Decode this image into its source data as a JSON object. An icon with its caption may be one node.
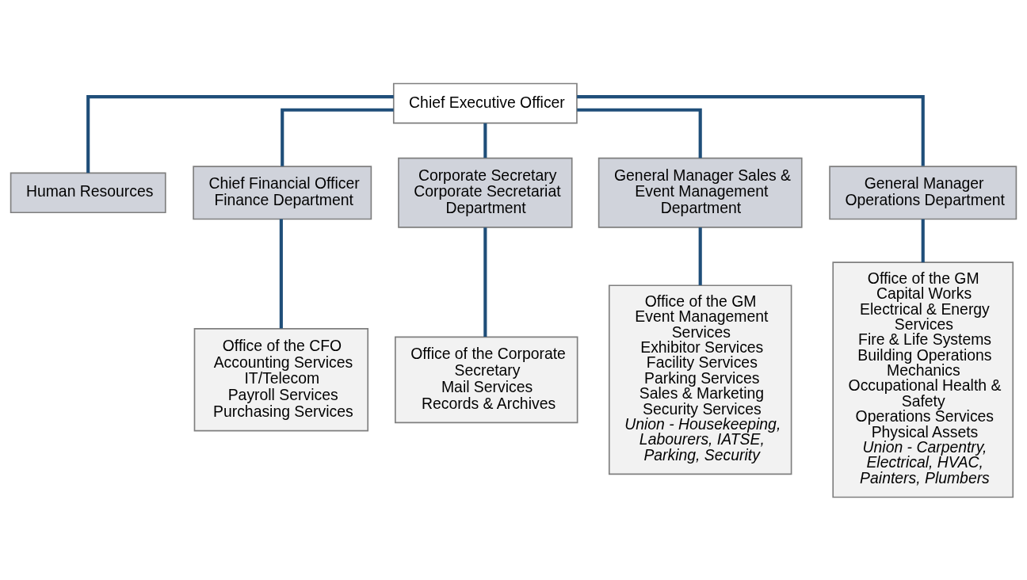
{
  "diagram": {
    "nodes": [
      {
        "text": [
          "Chief Executive Officer"
        ]
      },
      {
        "text": [
          "Human Resources"
        ]
      },
      {
        "text": [
          "Chief Financial Officer Finance Department"
        ]
      },
      {
        "text": [
          "Corporate Secretary Corporate Secretariat Department"
        ]
      },
      {
        "text": [
          "General Manager Sales & Event Management Department"
        ]
      },
      {
        "text": [
          "General Manager Operations Department"
        ]
      },
      {
        "text": [
          "Office of the CFO",
          "Accounting Services",
          "IT/Telecom",
          "Payroll Services",
          "Purchasing Services"
        ]
      },
      {
        "text": [
          "Office of the Corporate Secretary",
          "Mail Services",
          "Records & Archives"
        ]
      },
      {
        "text": [
          "Office of the GM",
          "Event Management Services",
          "Exhibitor Services",
          "Facility Services",
          "Parking Services",
          "Sales & Marketing",
          "Security Services",
          "*Union - Housekeeping, Labourers, IATSE, Parking, Security*"
        ]
      },
      {
        "text": [
          "Office of the GM",
          "Capital Works",
          "Electrical & Energy Services",
          "Fire & Life Systems",
          "Building Operations",
          "Mechanics",
          "Occupational Health & Safety",
          "Operations Services",
          "Physical Assets",
          "*Union - Carpentry, Electrical, HVAC, Painters, Plumbers*"
        ]
      }
    ],
    "edges": [
      {
        "from": 0,
        "to": 1,
        "arrow": "none"
      },
      {
        "from": 0,
        "to": 2,
        "arrow": "none"
      },
      {
        "from": 0,
        "to": 3,
        "arrow": "none"
      },
      {
        "from": 0,
        "to": 4,
        "arrow": "none"
      },
      {
        "from": 0,
        "to": 5,
        "arrow": "none"
      },
      {
        "from": 2,
        "to": 6,
        "arrow": "none"
      },
      {
        "from": 3,
        "to": 7,
        "arrow": "none"
      },
      {
        "from": 4,
        "to": 8,
        "arrow": "none"
      },
      {
        "from": 5,
        "to": 9,
        "arrow": "none"
      }
    ]
  }
}
